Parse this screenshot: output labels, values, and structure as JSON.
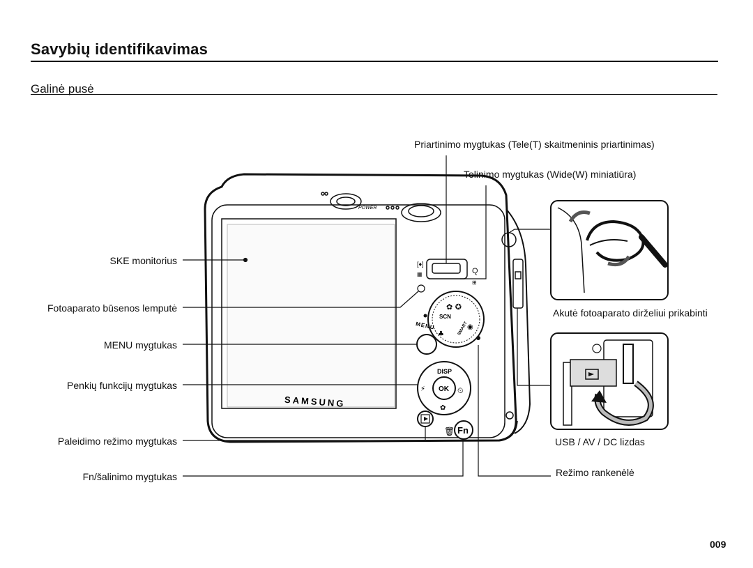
{
  "header": {
    "title": "Savybių identifikavimas",
    "subtitle": "Galinė pusė"
  },
  "camera": {
    "brand": "SAMSUNG",
    "dial_labels": [
      "SCN",
      "SMART"
    ],
    "button_labels": {
      "menu": "MENU",
      "disp": "DISP",
      "ok": "OK",
      "fn": "Fn",
      "power": "POWER"
    }
  },
  "callouts": {
    "zoom_tele": "Priartinimo mygtukas (Tele(T) skaitmeninis priartinimas)",
    "zoom_wide": "Tolinimo mygtukas (Wide(W) miniatiūra)",
    "lcd": "SKE monitorius",
    "status_lamp": "Fotoaparato būsenos lemputė",
    "menu_button": "MENU mygtukas",
    "five_function": "Penkių funkcijų mygtukas",
    "playback": "Paleidimo režimo mygtukas",
    "fn_delete": "Fn/šalinimo mygtukas",
    "strap_eyelet": "Akutė fotoaparato dirželiui prikabinti",
    "usb_port": "USB / AV / DC lizdas",
    "mode_dial": "Režimo rankenėlė"
  },
  "footer": {
    "page_number": "009"
  }
}
